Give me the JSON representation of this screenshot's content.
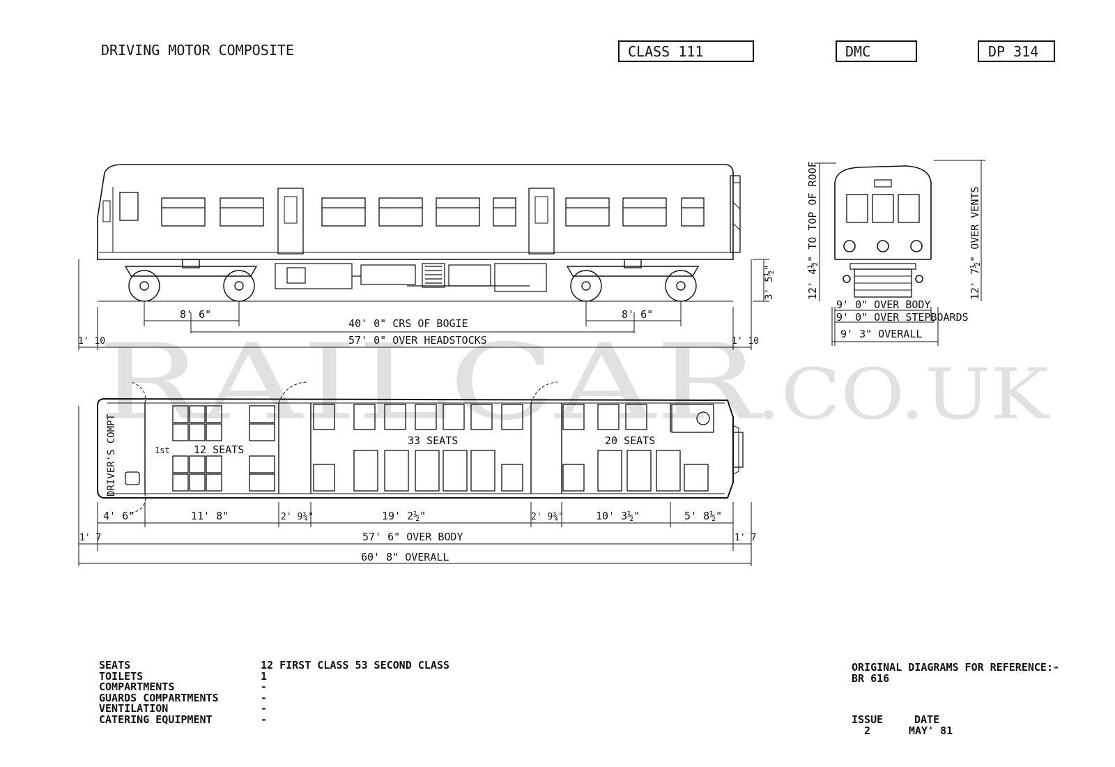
{
  "header": {
    "title": "DRIVING MOTOR COMPOSITE",
    "class_box": "CLASS 111",
    "type_box": "DMC",
    "diagram_box": "DP 314"
  },
  "watermark": {
    "main": "RAILCAR",
    "suffix": ".CO.UK"
  },
  "side_elevation": {
    "bogie_wheelbase_left": "8' 6\"",
    "bogie_wheelbase_right": "8' 6\"",
    "bogie_centres": "40' 0\" CRS OF BOGIE",
    "over_headstocks": "57' 0\" OVER HEADSTOCKS",
    "end_left": "1' 10",
    "end_right": "1' 10",
    "floor_height": "3' 5½\""
  },
  "end_elevation": {
    "height_roof": "12' 4½\" TO TOP OF ROOF",
    "height_vents": "12' 7½\" OVER VENTS",
    "over_body": "9' 0\" OVER BODY",
    "over_stepboards": "9' 0\" OVER STEPBOARDS",
    "overall": "9' 3\" OVERALL"
  },
  "plan": {
    "drivers_compt": "DRIVER'S COMPT",
    "first_mark": "1st",
    "seats_first": "12 SEATS",
    "seats_mid": "33 SEATS",
    "seats_rear": "20 SEATS",
    "dims": [
      "4' 6\"",
      "11' 8\"",
      "2' 9¾\"",
      "19' 2½\"",
      "2' 9¾\"",
      "10' 3½\"",
      "5' 8½\""
    ],
    "over_body": "57' 6\" OVER BODY",
    "overall": "60' 8\" OVERALL",
    "end_left": "1' 7",
    "end_right": "1' 7"
  },
  "specs": [
    {
      "label": "SEATS",
      "value": "12 FIRST CLASS 53 SECOND CLASS"
    },
    {
      "label": "TOILETS",
      "value": "1"
    },
    {
      "label": "COMPARTMENTS",
      "value": "-"
    },
    {
      "label": "GUARDS COMPARTMENTS",
      "value": "-"
    },
    {
      "label": "VENTILATION",
      "value": "-"
    },
    {
      "label": "CATERING EQUIPMENT",
      "value": "-"
    }
  ],
  "reference": {
    "line1": "ORIGINAL DIAGRAMS FOR REFERENCE:-",
    "line2": "BR 616",
    "issue_label": "ISSUE",
    "date_label": "DATE",
    "issue_value": "2",
    "date_value": "MAY' 81"
  }
}
